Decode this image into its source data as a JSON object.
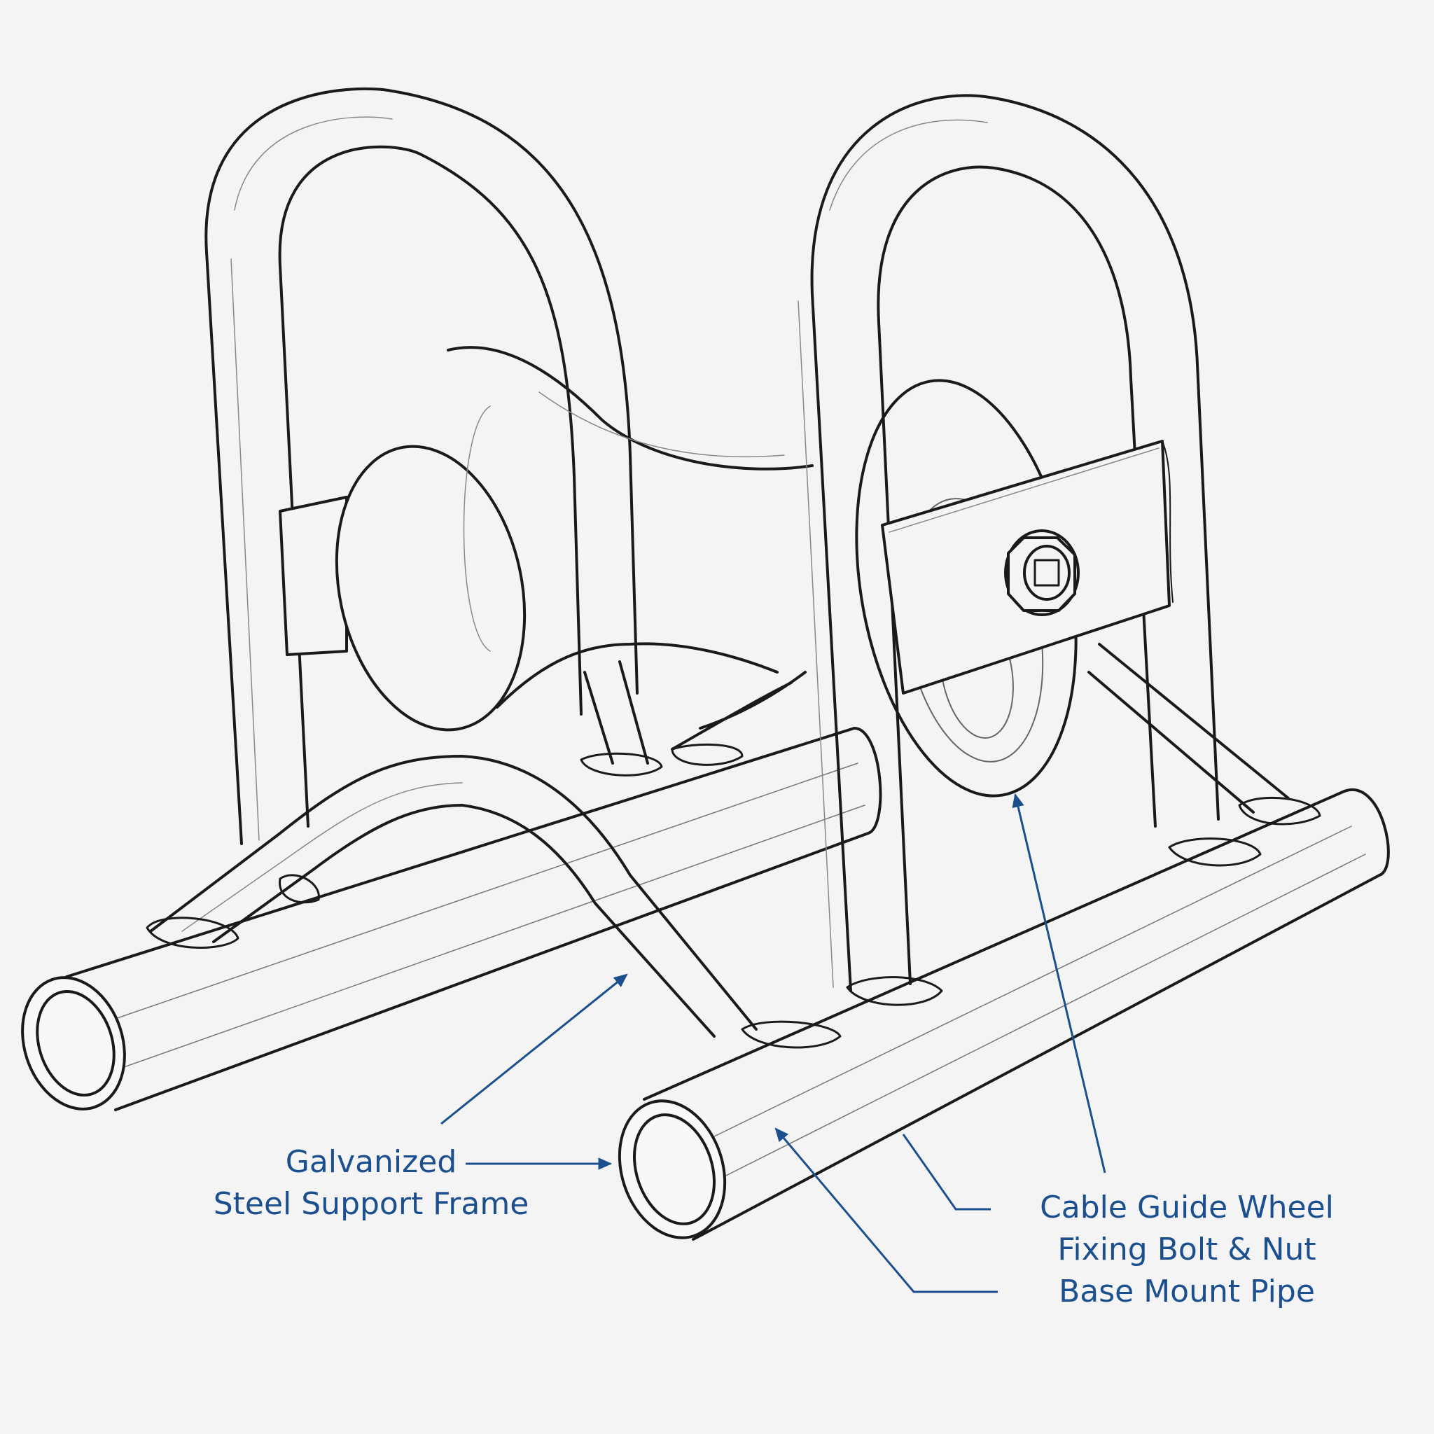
{
  "labels": {
    "frame_line1": "Galvanized",
    "frame_line2": "Steel Support Frame",
    "wheel": "Cable Guide Wheel",
    "bolt": "Fixing Bolt & Nut",
    "pipe": "Base Mount Pipe"
  },
  "colors": {
    "background": "#f4f4f4",
    "line_art": "#1a1a1a",
    "annotation": "#1b4f8e"
  }
}
